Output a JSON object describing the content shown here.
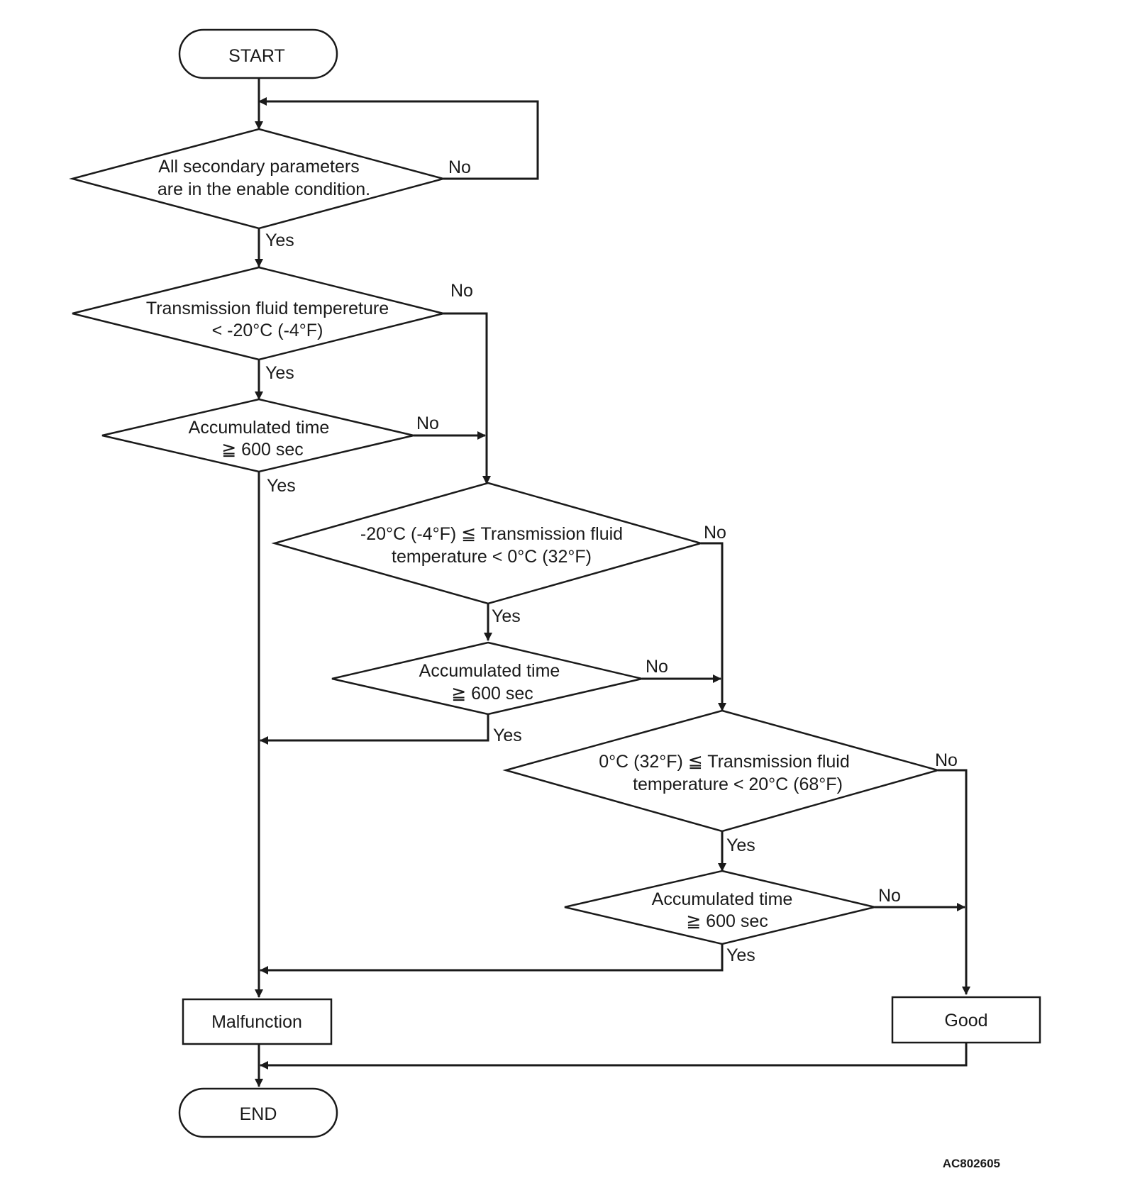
{
  "flowchart": {
    "start": "START",
    "end": "END",
    "decision_params": [
      "All secondary parameters",
      "are in the enable condition."
    ],
    "decision_temp_1": [
      "Transmission fluid tempereture",
      "< -20°C (-4°F)"
    ],
    "decision_time_1": [
      "Accumulated time",
      "≧ 600 sec"
    ],
    "decision_temp_2": [
      "-20°C (-4°F) ≦ Transmission fluid",
      "temperature < 0°C (32°F)"
    ],
    "decision_time_2": [
      "Accumulated time",
      "≧ 600 sec"
    ],
    "decision_temp_3": [
      "0°C (32°F) ≦ Transmission fluid",
      "temperature < 20°C (68°F)"
    ],
    "decision_time_3": [
      "Accumulated time",
      "≧ 600 sec"
    ],
    "result_malfunction": "Malfunction",
    "result_good": "Good",
    "yes": "Yes",
    "no": "No"
  },
  "figure_code": "AC802605"
}
